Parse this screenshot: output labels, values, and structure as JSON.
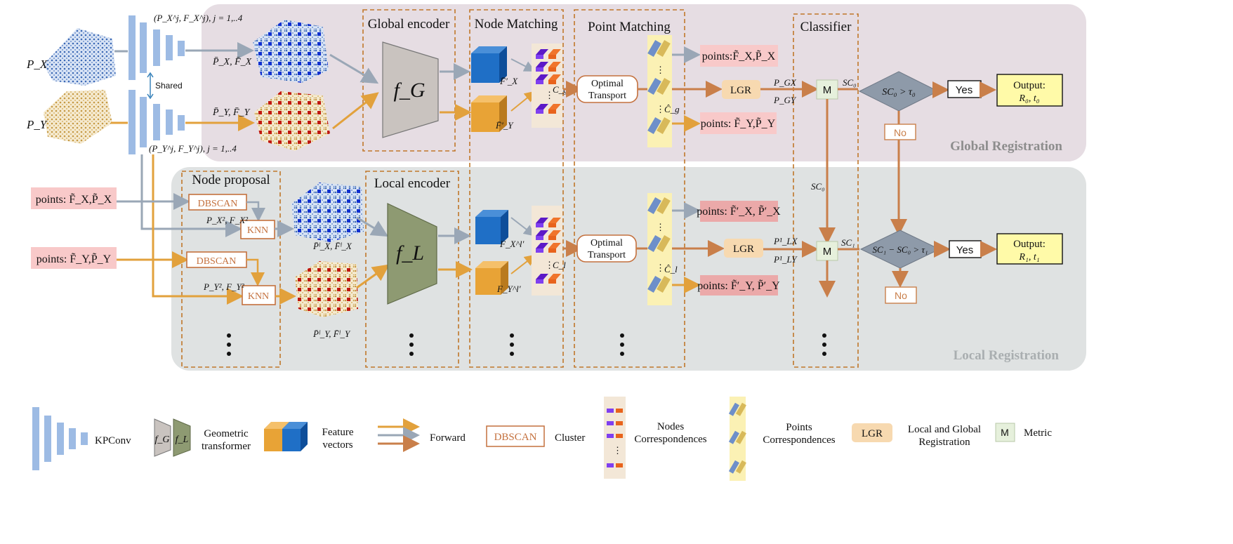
{
  "colors": {
    "global_bg": "#e6dde3",
    "local_bg": "#dfe2e2",
    "orange_arrow": "#c97f4a",
    "gray_arrow": "#9aa7b6",
    "amber_arrow": "#e2a13c",
    "pink": "#f8c9c9",
    "lgr": "#f7d9b0",
    "output": "#fffaa8",
    "kpconv": "#9dbbe4",
    "diamond": "#8e9aa9"
  },
  "inputs": {
    "px": "P_X",
    "py": "P_Y",
    "shared": "Shared",
    "px_feat": "(P_X^j, F_X^j), j = 1,..4",
    "py_feat": "(P_Y^j, F_Y^j), j = 1,..4",
    "px_arrow": "P̄_X, F̄_X",
    "py_arrow": "P̄_Y, F̄_Y"
  },
  "stages": {
    "global_encoder": "Global encoder",
    "node_matching": "Node Matching",
    "point_matching": "Point Matching",
    "classifier": "Classifier",
    "node_proposal": "Node proposal",
    "local_encoder": "Local encoder",
    "global_registration": "Global Registration",
    "local_registration": "Local Registration"
  },
  "global": {
    "fg": "f_G",
    "fx": "F̄′_X",
    "fy": "F̄′_Y",
    "cg": "C_g",
    "optimal1": "Optimal",
    "optimal2": "Transport",
    "cg_hat": "Ĉ_g",
    "points_top": "points:F̃_X,P̃_X",
    "points_bot": "points: F̃_Y,P̃_Y",
    "lgr": "LGR",
    "pgx": "P_GX",
    "pgy": "P_GY",
    "m": "M",
    "sc0": "SC₀",
    "cond": "SC₀ > τ₀",
    "yes": "Yes",
    "no": "No",
    "output_title": "Output:",
    "output_val": "R₀, t₀"
  },
  "local": {
    "in_x": "points: F̃_X,P̃_X",
    "in_y": "points: F̃_Y,P̃_Y",
    "dbscan": "DBSCAN",
    "knn": "KNN",
    "px2": "P_X², F_X²",
    "py2": "P_Y², F_Y²",
    "pxl": "P̄ˡ_X, F̄ˡ_X",
    "pyl": "P̄ˡ_Y, F̄ˡ_Y",
    "fl": "f_L",
    "fxl": "F_X^l′",
    "fyl": "F_Y^l′",
    "cl": "C_l",
    "optimal1": "Optimal",
    "optimal2": "Transport",
    "cl_hat": "Ĉ_l",
    "points_top": "points: F̃′_X, P̃′_X",
    "points_bot": "points: F̃′_Y, P̃′_Y",
    "lgr": "LGR",
    "plx": "P¹_LX",
    "ply": "P¹_LY",
    "m": "M",
    "sc0": "SC₀",
    "sc1": "SC₁",
    "cond": "SC₁ − SC₀ > τ₁",
    "yes": "Yes",
    "no": "No",
    "output_title": "Output:",
    "output_val": "R₁, t₁"
  },
  "legend": {
    "kpconv": "KPConv",
    "fg": "f_G",
    "fl": "f_L",
    "geo1": "Geometric",
    "geo2": "transformer",
    "feat1": "Feature",
    "feat2": "vectors",
    "forward": "Forward",
    "dbscan": "DBSCAN",
    "cluster": "Cluster",
    "nodes1": "Nodes",
    "nodes2": "Correspondences",
    "points1": "Points",
    "points2": "Correspondences",
    "lgr": "LGR",
    "lgr1": "Local and Global",
    "lgr2": "Registration",
    "m": "M",
    "metric": "Metric"
  }
}
